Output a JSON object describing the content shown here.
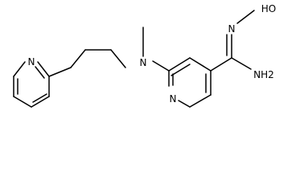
{
  "diagram": {
    "atoms": {
      "n_left_ring": "N",
      "n_amine": "N",
      "n_center_ring": "N",
      "n_oxime": "N",
      "hydroxyl": "HO",
      "amino": "NH2"
    }
  }
}
